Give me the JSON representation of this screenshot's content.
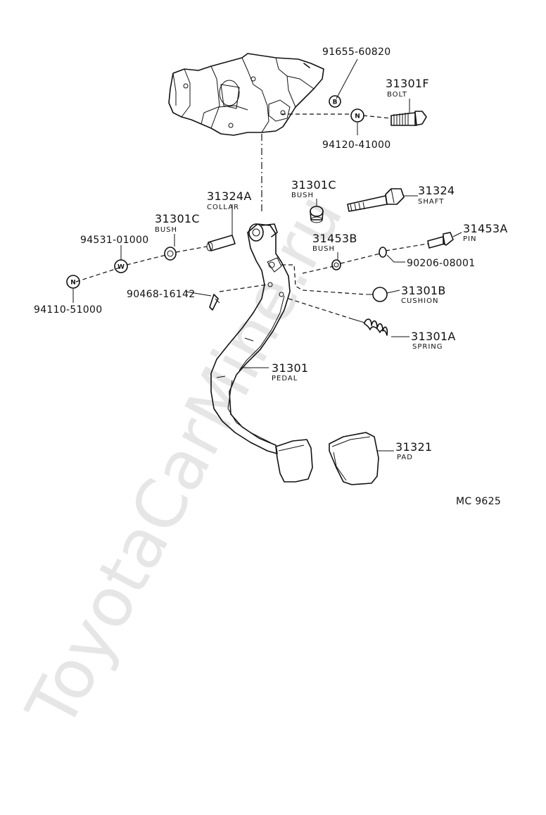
{
  "watermark": "ToyotaCarMine.ru",
  "diagram_code": "MC 9625",
  "markers": {
    "b": "B",
    "n": "N",
    "w": "W"
  },
  "parts": {
    "p91655": {
      "number": "91655-60820"
    },
    "p31301F": {
      "number": "31301F",
      "name": "BOLT"
    },
    "p94120": {
      "number": "94120-41000"
    },
    "p31301C_top": {
      "number": "31301C",
      "name": "BUSH"
    },
    "p31324": {
      "number": "31324",
      "name": "SHAFT"
    },
    "p31324A": {
      "number": "31324A",
      "name": "COLLAR"
    },
    "p31301C_left": {
      "number": "31301C",
      "name": "BUSH"
    },
    "p94531": {
      "number": "94531-01000"
    },
    "p31453B": {
      "number": "31453B",
      "name": "BUSH"
    },
    "p31453A": {
      "number": "31453A",
      "name": "PIN"
    },
    "p90206": {
      "number": "90206-08001"
    },
    "p94110": {
      "number": "94110-51000"
    },
    "p90468": {
      "number": "90468-16142"
    },
    "p31301B": {
      "number": "31301B",
      "name": "CUSHION"
    },
    "p31301A": {
      "number": "31301A",
      "name": "SPRING"
    },
    "p31301": {
      "number": "31301",
      "name": "PEDAL"
    },
    "p31321": {
      "number": "31321",
      "name": "PAD"
    }
  }
}
